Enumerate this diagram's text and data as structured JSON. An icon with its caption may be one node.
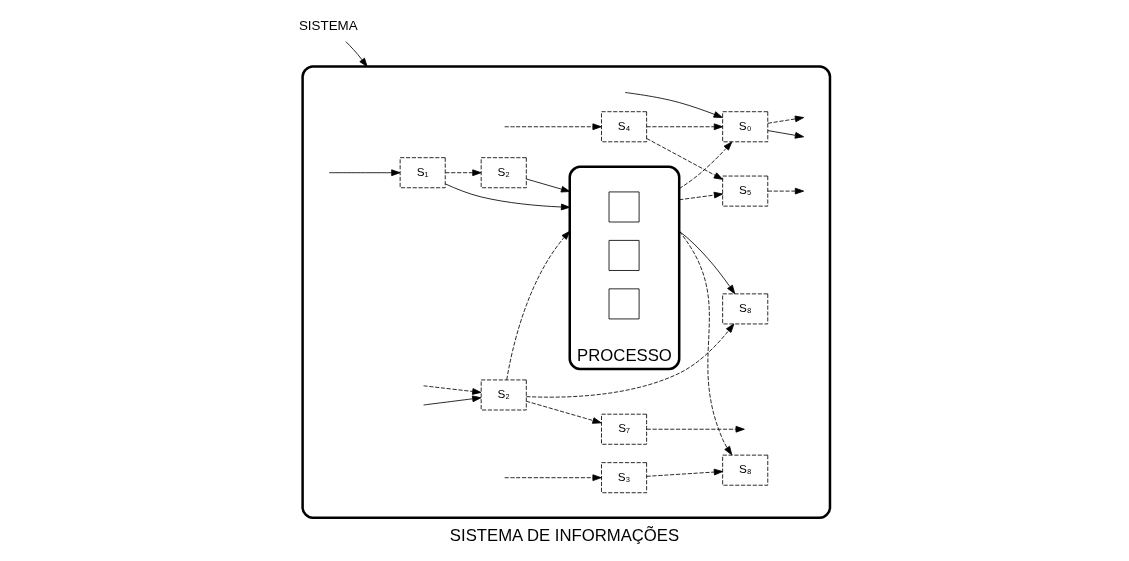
{
  "diagram": {
    "caption": "SISTEMA DE INFORMAÇÕES",
    "nodes": [
      {
        "text": [
          "SISTEMA"
        ]
      },
      {
        "text": [],
        "shape": "cloud"
      },
      {
        "text": [
          "S₁"
        ],
        "in": 1
      },
      {
        "text": [
          "S₂"
        ],
        "in": 1
      },
      {
        "text": [
          "S₂"
        ],
        "in": 1
      },
      {
        "text": [
          "S₃"
        ],
        "in": 1
      },
      {
        "text": [
          "S₄"
        ],
        "in": 1
      },
      {
        "text": [
          "PROCESSO"
        ],
        "in": 1
      },
      {
        "text": [],
        "shape": "box",
        "in": 7
      },
      {
        "text": [],
        "shape": "box",
        "in": 7
      },
      {
        "text": [],
        "shape": "box",
        "in": 7
      },
      {
        "text": [
          "S₅"
        ],
        "in": 1
      },
      {
        "text": [
          "S₀"
        ],
        "in": 1
      },
      {
        "text": [
          "S₈"
        ],
        "in": 1
      },
      {
        "text": [
          "S₇"
        ],
        "in": 1
      },
      {
        "text": [
          "S₈"
        ],
        "in": 1
      }
    ],
    "edges": [
      {
        "from": 0,
        "to": 1,
        "arrow": "to"
      },
      {
        "from": null,
        "to": 2,
        "arrow": "to"
      },
      {
        "from": 2,
        "to": 3,
        "arrow": "to",
        "style": "dashed"
      },
      {
        "from": 3,
        "to": 7,
        "arrow": "to"
      },
      {
        "from": 2,
        "to": 7,
        "arrow": "to"
      },
      {
        "from": null,
        "to": 4,
        "arrow": "to"
      },
      {
        "from": null,
        "to": 4,
        "arrow": "to",
        "style": "dashed"
      },
      {
        "from": 4,
        "to": 7,
        "arrow": "to",
        "style": "dashed"
      },
      {
        "from": 4,
        "to": 14,
        "arrow": "to",
        "style": "dashed"
      },
      {
        "from": 4,
        "to": 13,
        "arrow": "to",
        "style": "dashed"
      },
      {
        "from": null,
        "to": 5,
        "arrow": "to",
        "style": "dashed"
      },
      {
        "from": 5,
        "to": 15,
        "arrow": "to",
        "style": "dashed"
      },
      {
        "from": null,
        "to": 6,
        "arrow": "to",
        "style": "dashed"
      },
      {
        "from": 6,
        "to": 11,
        "arrow": "to",
        "style": "dashed"
      },
      {
        "from": 6,
        "to": 12,
        "arrow": "to",
        "style": "dashed"
      },
      {
        "from": 7,
        "to": 12,
        "arrow": "to",
        "style": "dashed"
      },
      {
        "from": 7,
        "to": 11,
        "arrow": "to",
        "style": "dashed"
      },
      {
        "from": 7,
        "to": 15,
        "arrow": "to",
        "style": "dashed"
      },
      {
        "from": 7,
        "to": 13,
        "arrow": "to"
      },
      {
        "from": null,
        "to": 12,
        "arrow": "to"
      },
      {
        "from": 11,
        "to": null,
        "arrow": "to",
        "style": "dashed"
      },
      {
        "from": 12,
        "to": null,
        "arrow": "to"
      },
      {
        "from": 12,
        "to": null,
        "arrow": "to",
        "style": "dashed"
      },
      {
        "from": 14,
        "to": null,
        "arrow": "to",
        "style": "dashed"
      }
    ]
  }
}
